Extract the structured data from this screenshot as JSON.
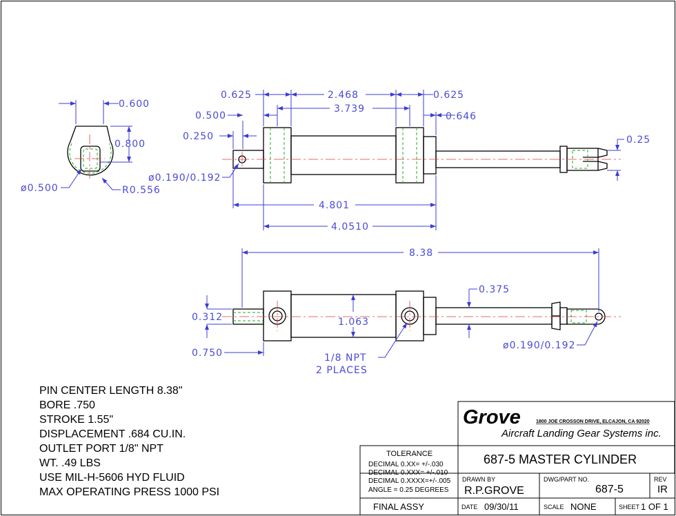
{
  "dimensions": {
    "end_width": "0.600",
    "end_height": "0.800",
    "end_dia": "ø0.500",
    "end_radius": "R0.556",
    "top_left": "0.625",
    "top_mid": "2.468",
    "top_right": "0.625",
    "top_overall": "3.739",
    "top_500": "0.500",
    "top_646": "0.646",
    "top_250": "0.250",
    "top_hole": "ø0.190/0.192",
    "top_025": "0.25",
    "top_4801": "4.801",
    "top_40510": "4.0510",
    "bot_838": "8.38",
    "bot_375": "0.375",
    "bot_312": "0.312",
    "bot_1063": "1.063",
    "bot_750": "0.750",
    "bot_hole": "ø0.190/0.192",
    "npt_line1": "1/8 NPT",
    "npt_line2": "2 PLACES"
  },
  "notes": [
    "PIN CENTER LENGTH 8.38\"",
    "BORE .750",
    "STROKE 1.55\"",
    "DISPLACEMENT .684 CU.IN.",
    "OUTLET PORT 1/8\" NPT",
    "WT. .49 LBS",
    "USE MIL-H-5606 HYD FLUID",
    "MAX OPERATING PRESS 1000 PSI"
  ],
  "title_block": {
    "company": "Grove",
    "address": "1800 JOE CROSSON DRIVE, ELCAJON, CA 92020",
    "division": "Aircraft Landing Gear Systems inc.",
    "title": "687-5 MASTER CYLINDER",
    "tolerance_label": "TOLERANCE",
    "tol1": "DECIMAL 0.XX=  +/-.030",
    "tol2": "DECIMAL 0.XXX= +/-.010",
    "tol3": "DECIMAL 0.XXXX=+/-.005",
    "tol4": "ANGLE = 0.25 DEGREES",
    "drawn_by_label": "DRAWN  BY",
    "drawn_by": "R.P.GROVE",
    "dwg_label": "DWG/PART  NO.",
    "dwg_no": "687-5",
    "rev_label": "REV",
    "rev": "IR",
    "assy": "FINAL ASSY",
    "date_label": "DATE",
    "date": "09/30/11",
    "scale_label": "SCALE",
    "scale": "NONE",
    "sheet_label": "SHEET",
    "sheet": "1 OF 1"
  }
}
